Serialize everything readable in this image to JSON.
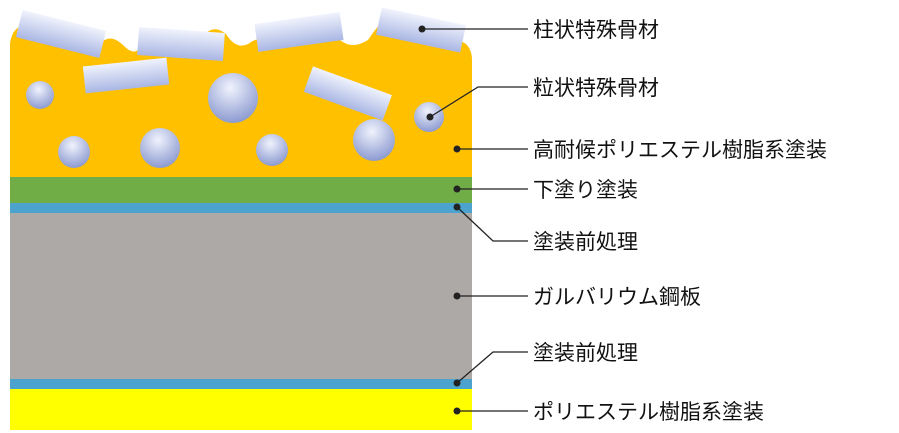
{
  "colors": {
    "topcoat": "#FFC000",
    "undercoat": "#70AD47",
    "pretreatment": "#4BA3CE",
    "galvalume": "#ADA9A6",
    "backcoat": "#FFFF00",
    "aggregate_light": "#F0F3FD",
    "aggregate_dark": "#8C9AD0",
    "leader": "#222222"
  },
  "labels": {
    "columnar_aggregate": "柱状特殊骨材",
    "granular_aggregate": "粒状特殊骨材",
    "topcoat": "高耐候ポリエステル樹脂系塗装",
    "undercoat": "下塗り塗装",
    "pretreatment_upper": "塗装前処理",
    "galvalume": "ガルバリウム鋼板",
    "pretreatment_lower": "塗装前処理",
    "backcoat": "ポリエステル樹脂系塗装"
  }
}
